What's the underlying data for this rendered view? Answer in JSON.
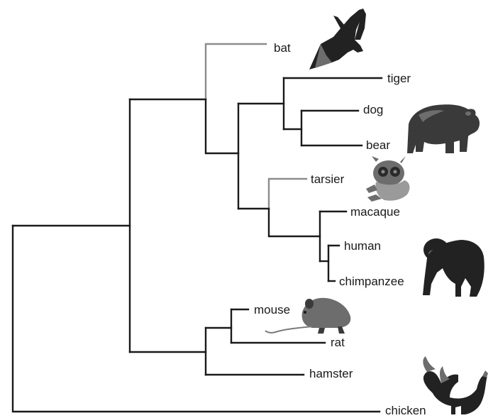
{
  "tree": {
    "taxa": {
      "bat": "bat",
      "tiger": "tiger",
      "dog": "dog",
      "bear": "bear",
      "tarsier": "tarsier",
      "macaque": "macaque",
      "human": "human",
      "chimpanzee": "chimpanzee",
      "mouse": "mouse",
      "rat": "rat",
      "hamster": "hamster",
      "chicken": "chicken"
    },
    "highlighted_branches": [
      "bat",
      "tarsier"
    ],
    "highlight_color": "#8c8c8c",
    "branch_color": "#1a1a1a"
  },
  "illustrations": {
    "bat": "bat-silhouette",
    "bear": "bear-photo",
    "tarsier": "tarsier-photo",
    "chimpanzee": "chimpanzee-photo",
    "mouse": "mouse-photo",
    "chicken": "rooster-photo"
  }
}
